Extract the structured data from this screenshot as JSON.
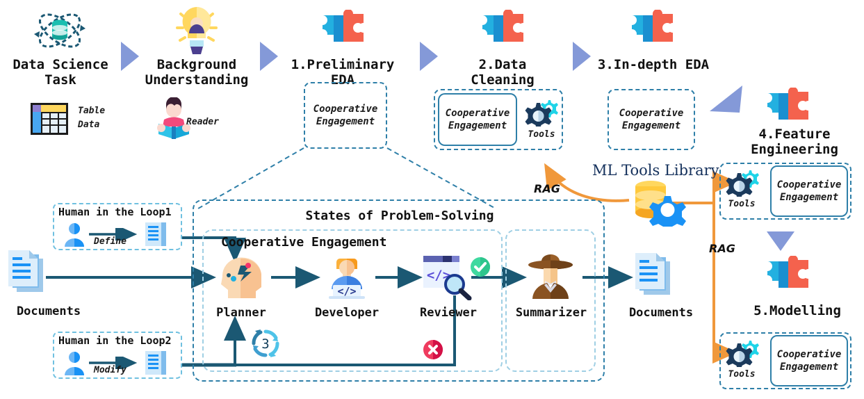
{
  "title": "Data Science Multi-Agent Pipeline Diagram",
  "colors": {
    "dash_border": "#2e7fa8",
    "light_dash": "#9fcfe4",
    "arrow_dark": "#1b5873",
    "triangle_purple": "#8499d8",
    "rag_orange": "#f0983b",
    "accent_cyan": "#23b0e0",
    "accent_red": "#f4624d",
    "error_red": "#e01f4a",
    "ok_green": "#3fd9a0"
  },
  "pipeline": {
    "stages": [
      {
        "id": "task",
        "label": "Data Science\nTask",
        "icon": "atom-database-icon"
      },
      {
        "id": "bg",
        "label": "Background\nUnderstanding",
        "icon": "lightbulb-idea-icon"
      },
      {
        "id": "s1",
        "label": "1.Preliminary\nEDA",
        "icon": "puzzle-pieces-icon"
      },
      {
        "id": "s2",
        "label": "2.Data\nCleaning",
        "icon": "puzzle-pieces-icon"
      },
      {
        "id": "s3",
        "label": "3.In-depth EDA",
        "icon": "puzzle-pieces-icon"
      },
      {
        "id": "s4",
        "label": "4.Feature\nEngineering",
        "icon": "puzzle-pieces-icon"
      },
      {
        "id": "s5",
        "label": "5.Modelling",
        "icon": "puzzle-pieces-icon"
      }
    ],
    "coop_label": "Cooperative\nEngagement",
    "tools_label": "Tools"
  },
  "inputs": {
    "table_data": {
      "label": "Table\nData",
      "icon": "table-data-icon"
    },
    "reader": {
      "label": "Reader",
      "icon": "reader-person-icon"
    },
    "documents_in": {
      "label": "Documents",
      "icon": "documents-icon"
    }
  },
  "human_loops": [
    {
      "title": "Human in the Loop1",
      "action": "Define",
      "icon": "user-icon",
      "doc_icon": "document-icon"
    },
    {
      "title": "Human in the Loop2",
      "action": "Modify",
      "icon": "user-icon",
      "doc_icon": "document-icon"
    }
  ],
  "states": {
    "outer_title": "States of Problem-Solving",
    "inner_title": "Cooperative Engagement",
    "agents": [
      {
        "id": "planner",
        "label": "Planner",
        "icon": "head-brain-icon"
      },
      {
        "id": "developer",
        "label": "Developer",
        "icon": "developer-code-icon"
      },
      {
        "id": "reviewer",
        "label": "Reviewer",
        "icon": "code-review-magnifier-icon"
      },
      {
        "id": "summarizer",
        "label": "Summarizer",
        "icon": "detective-icon"
      }
    ],
    "retry_count": "3",
    "retry_icon": "refresh-loop-icon",
    "pass_icon": "check-circle-icon",
    "fail_icon": "error-cross-icon",
    "documents_out": {
      "label": "Documents",
      "icon": "documents-icon"
    }
  },
  "library": {
    "label": "ML Tools Library",
    "icon": "database-gear-icon",
    "rag_labels": [
      "RAG",
      "RAG"
    ]
  }
}
